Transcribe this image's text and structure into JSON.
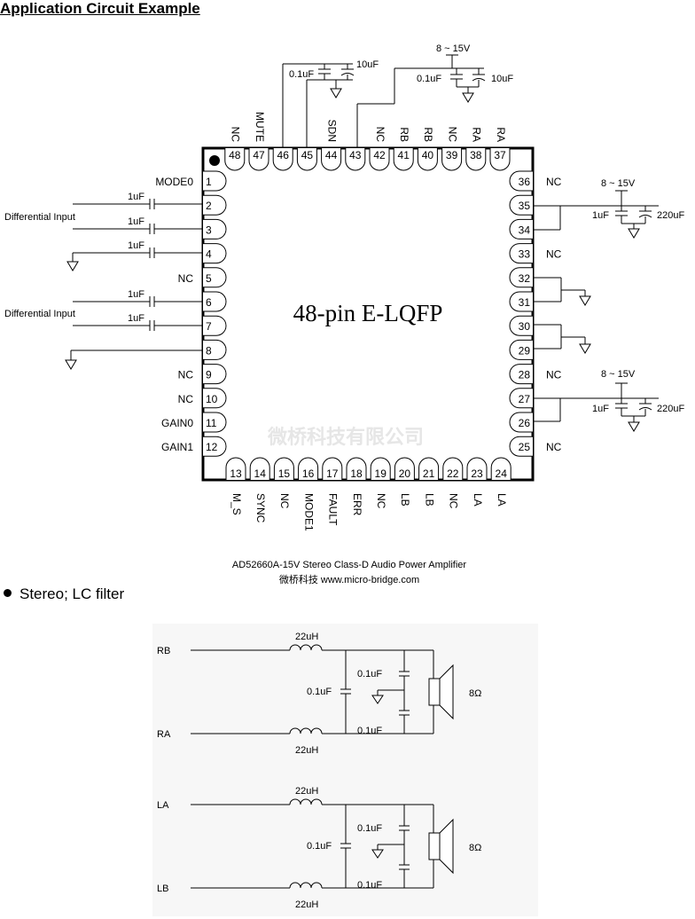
{
  "heading": "Application Circuit Example",
  "chip": {
    "name": "48-pin E-LQFP",
    "watermark": "微桥科技有限公司"
  },
  "pins": {
    "left": [
      "1",
      "2",
      "3",
      "4",
      "5",
      "6",
      "7",
      "8",
      "9",
      "10",
      "11",
      "12"
    ],
    "bottom": [
      "13",
      "14",
      "15",
      "16",
      "17",
      "18",
      "19",
      "20",
      "21",
      "22",
      "23",
      "24"
    ],
    "right": [
      "25",
      "26",
      "27",
      "28",
      "29",
      "30",
      "31",
      "32",
      "33",
      "34",
      "35",
      "36"
    ],
    "top": [
      "37",
      "38",
      "39",
      "40",
      "41",
      "42",
      "43",
      "44",
      "45",
      "46",
      "47",
      "48"
    ]
  },
  "pin_labels": {
    "left": [
      "MODE0",
      "",
      "",
      "",
      "NC",
      "",
      "",
      "",
      "NC",
      "NC",
      "GAIN0",
      "GAIN1"
    ],
    "bottom": [
      "M_S",
      "SYNC",
      "NC",
      "MODE1",
      "FAULT",
      "ERR",
      "NC",
      "LB",
      "LB",
      "NC",
      "LA",
      "LA"
    ],
    "right": [
      "NC",
      "",
      "",
      "NC",
      "",
      "",
      "",
      "",
      "NC",
      "",
      "",
      "NC"
    ],
    "top": [
      "RA",
      "RA",
      "NC",
      "RB",
      "RB",
      "NC",
      "",
      "SDN",
      "",
      "",
      "MUTE",
      "NC"
    ]
  },
  "left_circuit": {
    "diff_input_1": "Differential Input",
    "diff_input_2": "Differential Input",
    "cap_1": "1uF",
    "cap_2": "1uF",
    "cap_3": "1uF",
    "cap_4": "1uF",
    "cap_5": "1uF"
  },
  "top_circuit": {
    "cap_a": "0.1uF",
    "cap_b": "10uF",
    "supply": "8 ~ 15V",
    "cap_c": "0.1uF",
    "cap_d": "10uF"
  },
  "right_circuit": {
    "supply_1": "8 ~ 15V",
    "cap_1a": "1uF",
    "cap_1b": "220uF",
    "supply_2": "8 ~ 15V",
    "cap_2a": "1uF",
    "cap_2b": "220uF"
  },
  "caption": {
    "line1": "AD52660A-15V Stereo Class-D Audio Power Amplifier",
    "line2": "微桥科技 www.micro-bridge.com"
  },
  "section2": "Stereo; LC filter",
  "lc_filter": {
    "top": {
      "in_a": "RB",
      "in_b": "RA",
      "ind_a": "22uH",
      "ind_b": "22uH",
      "cap_mid": "0.1uF",
      "cap_upper": "0.1uF",
      "cap_lower": "0.1uF",
      "load": "8Ω"
    },
    "bottom": {
      "in_a": "LA",
      "in_b": "LB",
      "ind_a": "22uH",
      "ind_b": "22uH",
      "cap_mid": "0.1uF",
      "cap_upper": "0.1uF",
      "cap_lower": "0.1uF",
      "load": "8Ω"
    }
  }
}
